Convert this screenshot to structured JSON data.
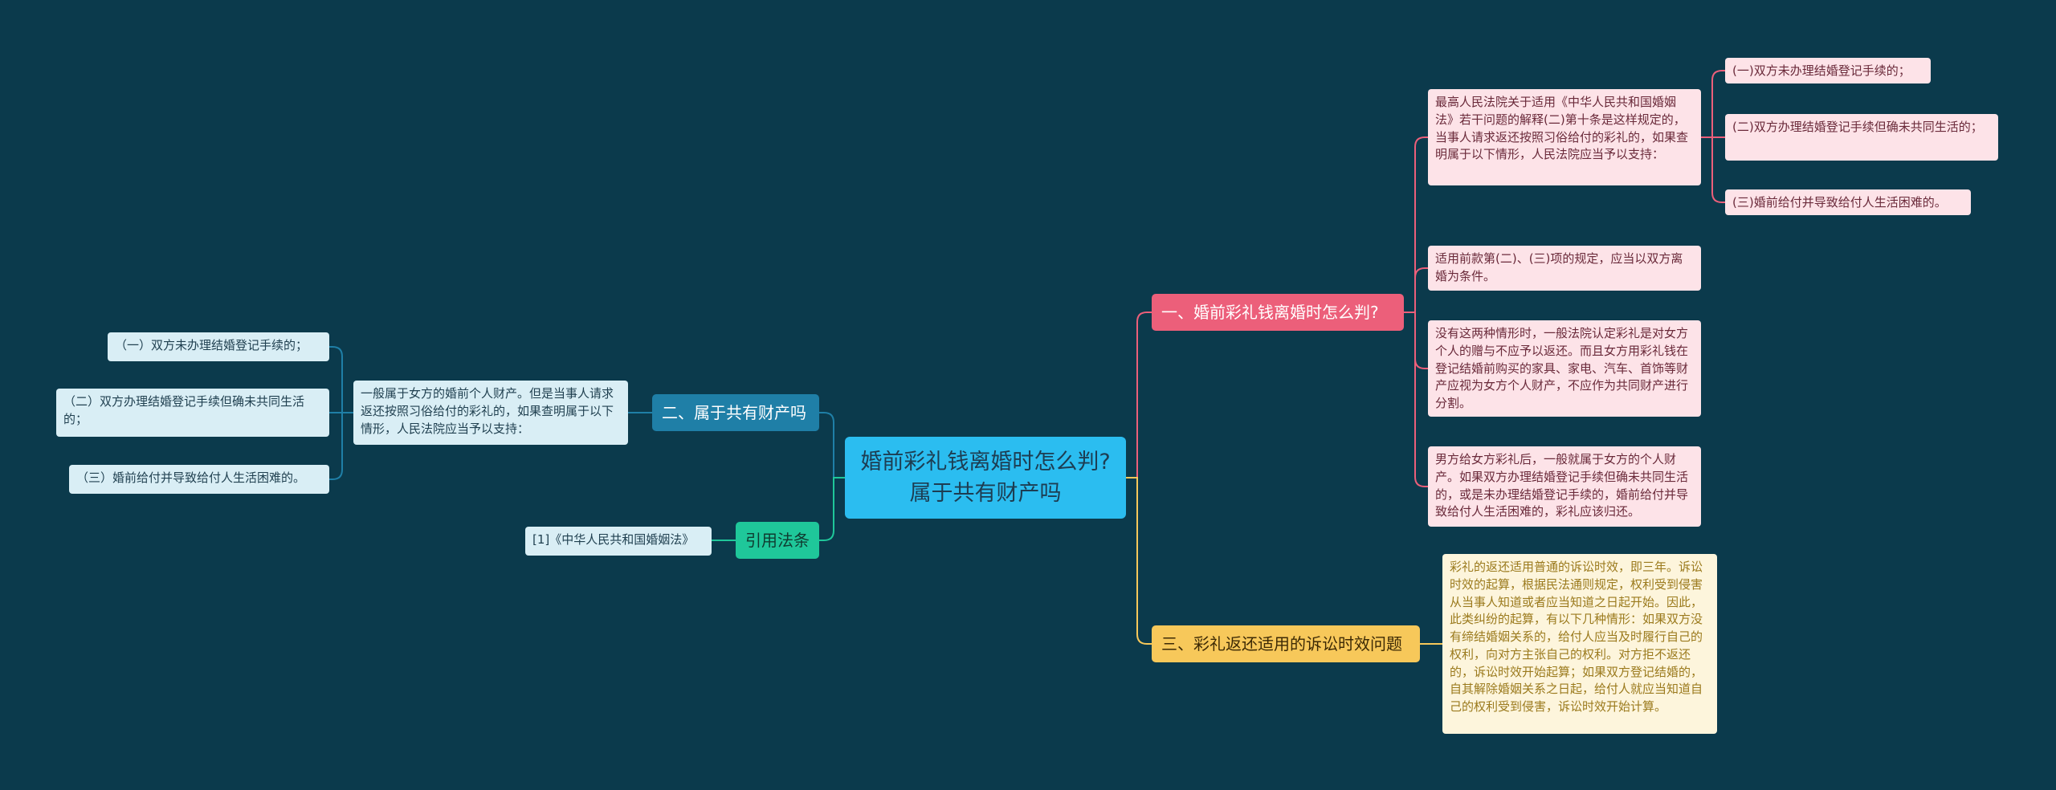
{
  "center": {
    "line1": "婚前彩礼钱离婚时怎么判?",
    "line2": "属于共有财产吗"
  },
  "branch1": {
    "title": "一、婚前彩礼钱离婚时怎么判?",
    "law_intro": "最高人民法院关于适用《中华人民共和国婚姻法》若干问题的解释(二)第十条是这样规定的，当事人请求返还按照习俗给付的彩礼的，如果查明属于以下情形，人民法院应当予以支持：",
    "law_items": [
      "(一)双方未办理结婚登记手续的；",
      "(二)双方办理结婚登记手续但确未共同生活的；",
      "(三)婚前给付并导致给付人生活困难的。"
    ],
    "note_conditions": "适用前款第(二)、(三)项的规定，应当以双方离婚为条件。",
    "note_gift": "没有这两种情形时，一般法院认定彩礼是对女方个人的赠与不应予以返还。而且女方用彩礼钱在登记结婚前购买的家具、家电、汽车、首饰等财产应视为女方个人财产，不应作为共同财产进行分割。",
    "note_return": "男方给女方彩礼后，一般就属于女方的个人财产。如果双方办理结婚登记手续但确未共同生活的，或是未办理结婚登记手续的，婚前给付并导致给付人生活困难的，彩礼应该归还。"
  },
  "branch2": {
    "title": "二、属于共有财产吗",
    "intro": "一般属于女方的婚前个人财产。但是当事人请求返还按照习俗给付的彩礼的，如果查明属于以下情形，人民法院应当予以支持：",
    "items": [
      "（一）双方未办理结婚登记手续的；",
      "（二）双方办理结婚登记手续但确未共同生活的；",
      "（三）婚前给付并导致给付人生活困难的。"
    ]
  },
  "branch3": {
    "title": "三、彩礼返还适用的诉讼时效问题",
    "text": "彩礼的返还适用普通的诉讼时效，即三年。诉讼时效的起算，根据民法通则规定，权利受到侵害从当事人知道或者应当知道之日起开始。因此，此类纠纷的起算，有以下几种情形：如果双方没有缔结婚姻关系的，给付人应当及时履行自己的权利，向对方主张自己的权利。对方拒不返还的，诉讼时效开始起算；如果双方登记结婚的，自其解除婚姻关系之日起，给付人就应当知道自己的权利受到侵害，诉讼时效开始计算。"
  },
  "branch4": {
    "title": "引用法条",
    "ref": "[1]《中华人民共和国婚姻法》"
  },
  "colors": {
    "pink": "#ec5f7a",
    "yellow": "#f7c85a",
    "blue": "#1f7fa7",
    "green": "#1fc79a",
    "center": "#2bbdf0",
    "background": "#0b3a4c"
  }
}
